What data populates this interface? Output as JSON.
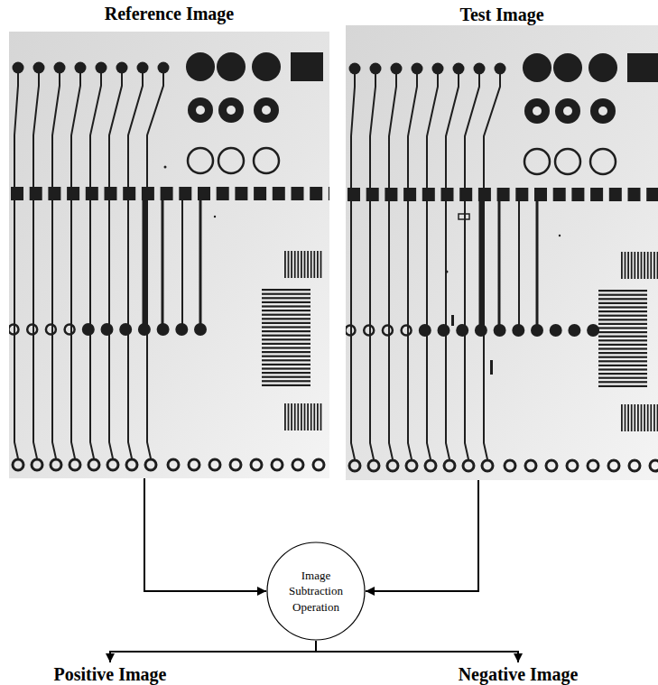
{
  "diagram": {
    "nodes": [
      {
        "text": [
          "Reference Image"
        ]
      },
      {
        "text": [
          "Test Image"
        ]
      },
      {
        "text": [
          "Image Subtraction Operation"
        ]
      },
      {
        "text": [
          "Positive Image"
        ]
      },
      {
        "text": [
          "Negative Image"
        ]
      }
    ],
    "edges": [
      {
        "from": 0,
        "to": 2,
        "arrow": "to"
      },
      {
        "from": 1,
        "to": 2,
        "arrow": "to"
      },
      {
        "from": 2,
        "to": 3,
        "arrow": "to"
      },
      {
        "from": 2,
        "to": 4,
        "arrow": "to"
      }
    ]
  }
}
